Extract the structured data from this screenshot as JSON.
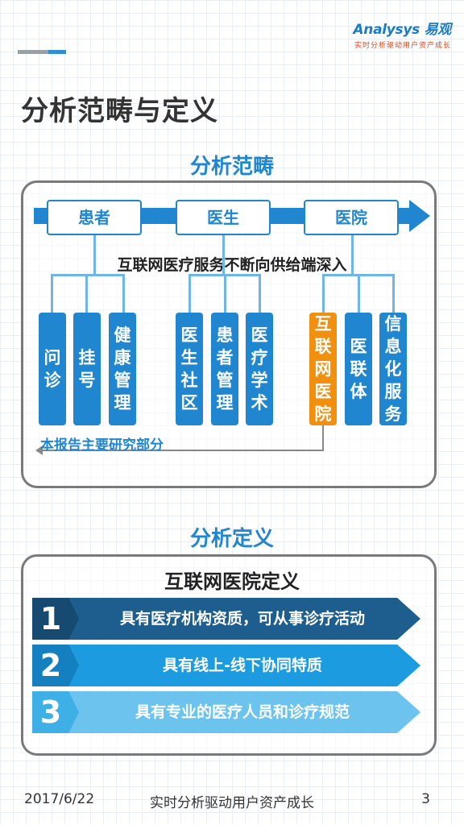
{
  "logo": {
    "name": "Analysys 易观",
    "tagline": "实时分析驱动用户资产成长"
  },
  "title": "分析范畴与定义",
  "scope": {
    "heading": "分析范畴",
    "categories": [
      "患者",
      "医生",
      "医院"
    ],
    "trend": "互联网医疗服务不断向供给端深入",
    "groups": [
      {
        "items": [
          "问诊",
          "挂号",
          "健康管理"
        ]
      },
      {
        "items": [
          "医生社区",
          "患者管理",
          "医疗学术"
        ]
      },
      {
        "items": [
          "互联网医院",
          "医联体",
          "信息化服务"
        ]
      }
    ],
    "study_label": "本报告主要研究部分"
  },
  "definition": {
    "heading": "分析定义",
    "box_title": "互联网医院定义",
    "items": [
      {
        "num": "1",
        "text": "具有医疗机构资质，可从事诊疗活动"
      },
      {
        "num": "2",
        "text": "具有线上-线下协同特质"
      },
      {
        "num": "3",
        "text": "具有专业的医疗人员和诊疗规范"
      }
    ]
  },
  "colors": {
    "blue": "#1f86cf",
    "orange": "#f0900e",
    "row1": "#1d5e8e",
    "row2": "#1c9be0",
    "row3": "#6cc4ee"
  },
  "footer": {
    "date": "2017/6/22",
    "center": "实时分析驱动用户资产成长",
    "page": "3"
  }
}
